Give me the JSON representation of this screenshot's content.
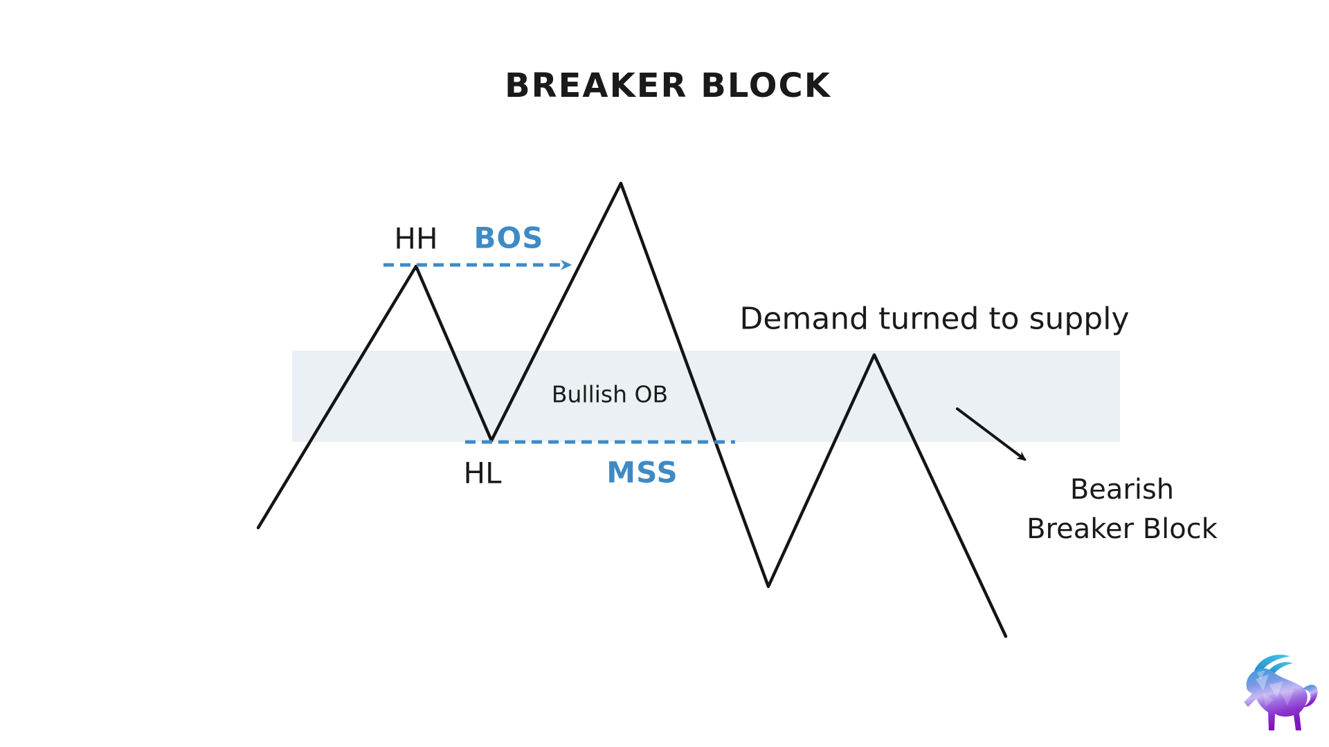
{
  "title": "BREAKER BLOCK",
  "colors": {
    "accent_blue": "#3e8ac5",
    "band_fill": "#ebf0f4",
    "line_black": "#141414"
  },
  "diagram": {
    "price_path_points": "373,763 601,385 710,637 897,265 1110,848 1263,513 1453,920",
    "labels": {
      "hh": "HH",
      "bos": "BOS",
      "hl": "HL",
      "mss": "MSS",
      "bullish_ob": "Bullish OB",
      "demand_note": "Demand turned to supply",
      "bearish_note": "Bearish\nBreaker Block"
    }
  },
  "logo": {
    "name": "low-poly bull logo"
  }
}
